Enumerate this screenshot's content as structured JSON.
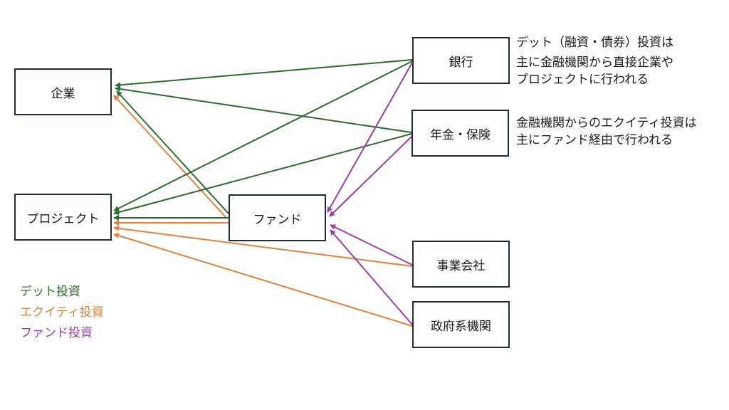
{
  "colors": {
    "debt": "#2e6b30",
    "equity": "#e0823f",
    "fund": "#9b3fa3",
    "border": "#1f2d3a"
  },
  "nodes": {
    "kigyo": "企業",
    "project": "プロジェクト",
    "fund": "ファンド",
    "bank": "銀行",
    "pension": "年金・保険",
    "corporate": "事業会社",
    "government": "政府系機関"
  },
  "notes": {
    "debt_note": [
      "デット（融資・債券）投資は",
      "主に金融機関から直接企業や",
      "プロジェクトに行われる"
    ],
    "equity_note": [
      "金融機関からのエクイティ投資は",
      "主にファンド経由で行われる"
    ]
  },
  "legend": [
    {
      "label": "デット投資",
      "type": "debt"
    },
    {
      "label": "エクイティ投資",
      "type": "equity"
    },
    {
      "label": "ファンド投資",
      "type": "fund"
    }
  ],
  "edges": [
    {
      "from": "bank",
      "to": "kigyo",
      "type": "debt"
    },
    {
      "from": "pension",
      "to": "kigyo",
      "type": "debt"
    },
    {
      "from": "fund",
      "to": "kigyo",
      "type": "debt"
    },
    {
      "from": "fund",
      "to": "kigyo",
      "type": "equity"
    },
    {
      "from": "bank",
      "to": "project",
      "type": "debt"
    },
    {
      "from": "pension",
      "to": "project",
      "type": "debt"
    },
    {
      "from": "fund",
      "to": "project",
      "type": "debt"
    },
    {
      "from": "fund",
      "to": "project",
      "type": "equity"
    },
    {
      "from": "corporate",
      "to": "project",
      "type": "equity"
    },
    {
      "from": "government",
      "to": "project",
      "type": "equity"
    },
    {
      "from": "bank",
      "to": "fund",
      "type": "fund"
    },
    {
      "from": "pension",
      "to": "fund",
      "type": "fund"
    },
    {
      "from": "corporate",
      "to": "fund",
      "type": "fund"
    },
    {
      "from": "government",
      "to": "fund",
      "type": "fund"
    }
  ]
}
